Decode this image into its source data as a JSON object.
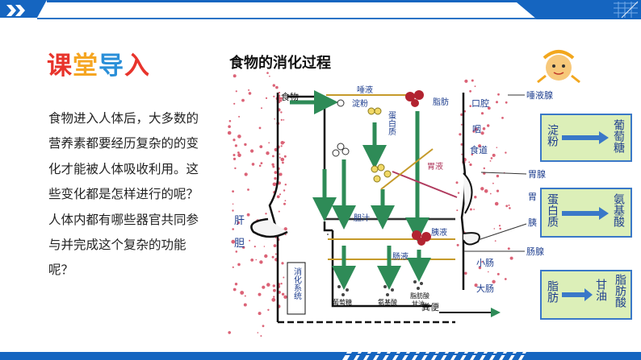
{
  "title_chars": [
    {
      "char": "课",
      "color": "#e8342c"
    },
    {
      "char": "堂",
      "color": "#f5a623"
    },
    {
      "char": "导",
      "color": "#2a8fd8"
    },
    {
      "char": "入",
      "color": "#e8342c"
    }
  ],
  "paragraph": "食物进入人体后，大多数的营养素都要经历复杂的的变化才能被人体吸收利用。这些变化都是怎样进行的呢？人体内都有哪些器官共同参与并完成这个复杂的功能呢？",
  "colors": {
    "banner": "#1565c0",
    "arrow_green": "#2e8b57",
    "box_border": "#3a78c8",
    "box_fill": "#dcefb8",
    "red_dots": "#d0304a"
  },
  "diagram": {
    "title": "食物的消化过程",
    "labels": {
      "food": "食物",
      "saliva": "唾液",
      "starch": "淀粉",
      "protein": "蛋白质",
      "fat": "脂肪",
      "bile": "胆汁",
      "gastric_juice": "胃液",
      "pancreatic_juice": "胰液",
      "intestinal_juice": "肠液",
      "glucose_small": "葡萄糖",
      "amino_small": "氨基酸",
      "fatty_small": "脂肪酸",
      "glycerol_small": "甘油",
      "digestive_system": "消化系统",
      "feces": "粪便"
    },
    "left_organs": {
      "liver": "肝",
      "gallbladder": "胆"
    },
    "right_organs": {
      "salivary_gland": "唾液腺",
      "mouth": "口腔",
      "pharynx": "咽",
      "esophagus": "食道",
      "gastric_gland": "胃腺",
      "stomach": "胃",
      "pancreas": "胰",
      "intestinal_gland": "肠腺",
      "small_intestine": "小肠",
      "large_intestine": "大肠"
    },
    "boxes": [
      {
        "from": "淀粉",
        "to": "葡萄糖"
      },
      {
        "from": "蛋白质",
        "to": "氨基酸"
      },
      {
        "from": "脂肪",
        "to": "甘油",
        "to2": "脂肪酸"
      }
    ]
  }
}
